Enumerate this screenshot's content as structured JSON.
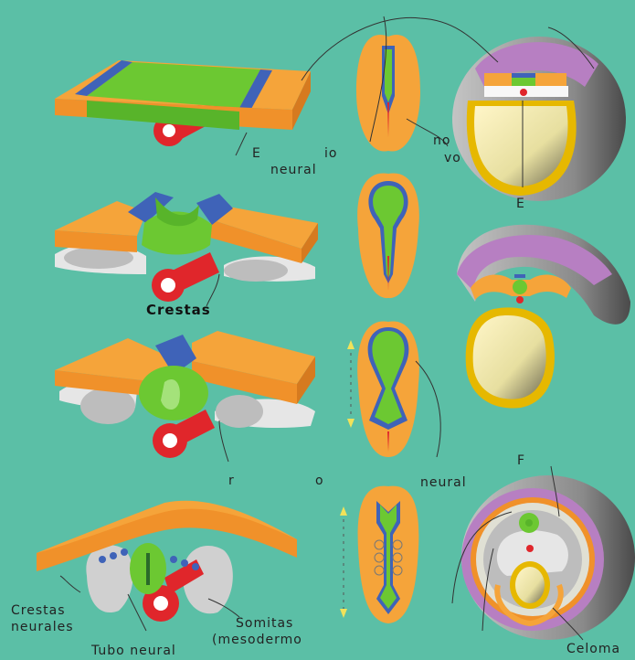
{
  "labels": {
    "row1_e": "E",
    "row1_io": "io",
    "row1_neural": "neural",
    "row1_no": "no",
    "row1_vo": "vo",
    "row1_right_e": "E",
    "row2_crestas": "Crestas",
    "row3_r": "r",
    "row3_o": "o",
    "row3_neural": "neural",
    "row3_right_f": "F",
    "row4_crestas": "Crestas",
    "row4_neurales": "neurales",
    "row4_somitas": "Somitas",
    "row4_mesodermo": "(mesodermo",
    "row4_tubo": "Tubo neural",
    "row4_right": "Celoma"
  },
  "colors": {
    "ectoderm": "#f5a43a",
    "neural_plate": "#6cc832",
    "neural_border": "#3f63b8",
    "notochord": "#e0262b",
    "mesoderm": "#dcdcdc",
    "amnion": "#b77fc2",
    "yolk": "#f1e25a",
    "background": "#5bbfa6"
  }
}
